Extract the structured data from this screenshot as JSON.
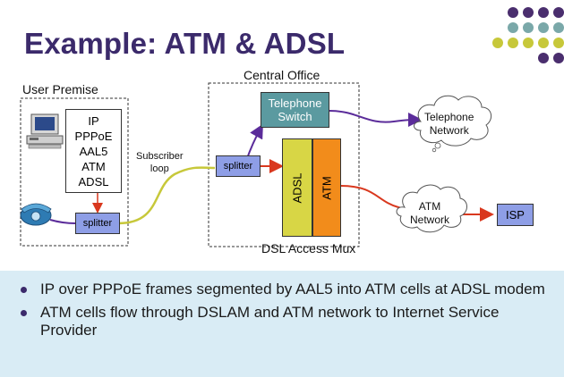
{
  "slide": {
    "title": "Example:  ATM & ADSL",
    "accent_color": "#3b2a6b",
    "dot_colors": [
      "#4a2e6e",
      "#7aa8a9",
      "#c7c83a"
    ]
  },
  "diagram": {
    "user_premise_label": "User Premise",
    "central_office_label": "Central Office",
    "protocol_stack": [
      "IP",
      "PPPoE",
      "AAL5",
      "ATM",
      "ADSL"
    ],
    "computer_icon": "computer-icon",
    "phone_icon": "telephone-icon",
    "splitter_user_label": "splitter",
    "splitter_co_label": "splitter",
    "subscriber_loop_label": "Subscriber\nloop",
    "telephone_switch_label": "Telephone\nSwitch",
    "adsl_label": "ADSL",
    "atm_label": "ATM",
    "dslam_label": "DSL Access Mux",
    "telephone_network_label": "Telephone\nNetwork",
    "atm_network_label": "ATM\nNetwork",
    "isp_label": "ISP"
  },
  "bullets": [
    "IP over PPPoE frames segmented by AAL5 into ATM cells at ADSL modem",
    "ATM cells flow through DSLAM and ATM network to Internet Service Provider"
  ]
}
